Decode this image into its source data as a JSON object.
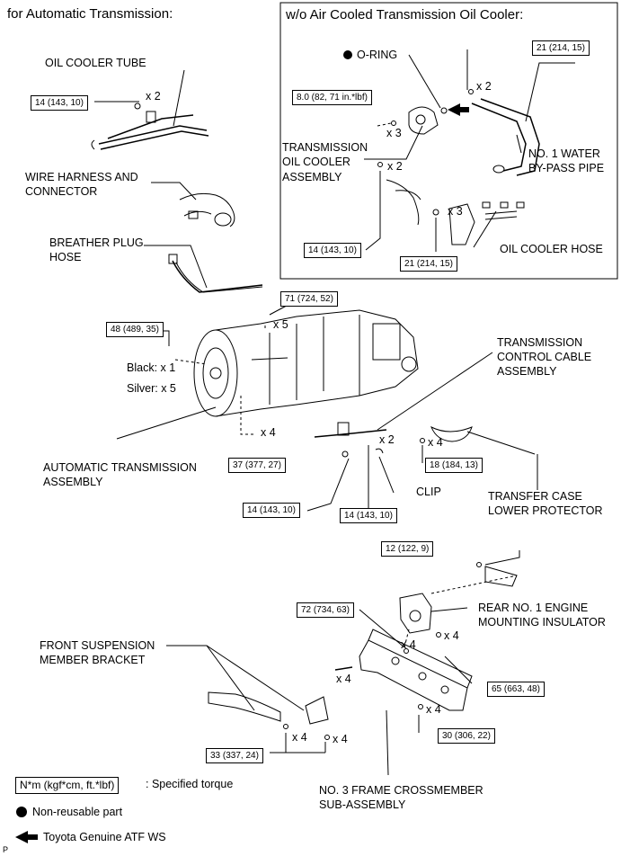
{
  "header": {
    "title": "for Automatic Transmission:",
    "inset_title": "w/o Air Cooled Transmission Oil Cooler:"
  },
  "parts": {
    "oil_cooler_tube": "OIL COOLER TUBE",
    "wire_harness_1": "WIRE HARNESS AND",
    "wire_harness_2": "CONNECTOR",
    "breather_1": "BREATHER PLUG",
    "breather_2": "HOSE",
    "o_ring": "O-RING",
    "tocool_1": "TRANSMISSION",
    "tocool_2": "OIL COOLER",
    "tocool_3": "ASSEMBLY",
    "bypass_1": "NO. 1 WATER",
    "bypass_2": "BY-PASS PIPE",
    "oil_cooler_hose": "OIL COOLER HOSE",
    "black_label": "Black:  x 1",
    "silver_label": "Silver:  x 5",
    "at_1": "AUTOMATIC TRANSMISSION",
    "at_2": "ASSEMBLY",
    "tcc_1": "TRANSMISSION",
    "tcc_2": "CONTROL CABLE",
    "tcc_3": "ASSEMBLY",
    "clip": "CLIP",
    "tclp_1": "TRANSFER CASE",
    "tclp_2": "LOWER PROTECTOR",
    "remi_1": "REAR NO. 1 ENGINE",
    "remi_2": "MOUNTING INSULATOR",
    "fsmb_1": "FRONT SUSPENSION",
    "fsmb_2": "MEMBER BRACKET",
    "fcm_1": "NO. 3 FRAME CROSSMEMBER",
    "fcm_2": "SUB-ASSEMBLY"
  },
  "quantities": {
    "q_tube": "x 2",
    "q_cooler": "x 3",
    "q_bypass": "x 2",
    "q_bracket": "x 2",
    "q_hose": "x 3",
    "q_top": "x 5",
    "q_bottom": "x 4",
    "q_cable": "x 2",
    "q_protector": "x 4",
    "q_mount_l": "x 4",
    "q_mount_r": "x 4",
    "q_bolt": "x 4",
    "q_cm": "x 4",
    "q_br_l": "x 4",
    "q_br_r": "x 4"
  },
  "torques": {
    "t_tube": "14 (143, 10)",
    "t_cooler": "8.0 (82, 71 in.*lbf)",
    "t_bypass": "21 (214, 15)",
    "t_bracket": "14 (143, 10)",
    "t_hose": "21 (214, 15)",
    "t_top": "71 (724, 52)",
    "t_black": "48 (489, 35)",
    "t_bottom": "37 (377, 27)",
    "t_protector": "18 (184, 13)",
    "t_cable_l": "14 (143, 10)",
    "t_cable_r": "14 (143, 10)",
    "t_insul": "12 (122, 9)",
    "t_mount": "72 (734, 63)",
    "t_mount_r": "65 (663, 48)",
    "t_cm": "30 (306, 22)",
    "t_bracket_b": "33 (337, 24)"
  },
  "legend": {
    "torque_box": "N*m (kgf*cm, ft.*lbf)",
    "torque_text": ": Specified torque",
    "nonreusable": "Non-reusable part",
    "atf": "Toyota Genuine ATF WS",
    "code": "P"
  }
}
